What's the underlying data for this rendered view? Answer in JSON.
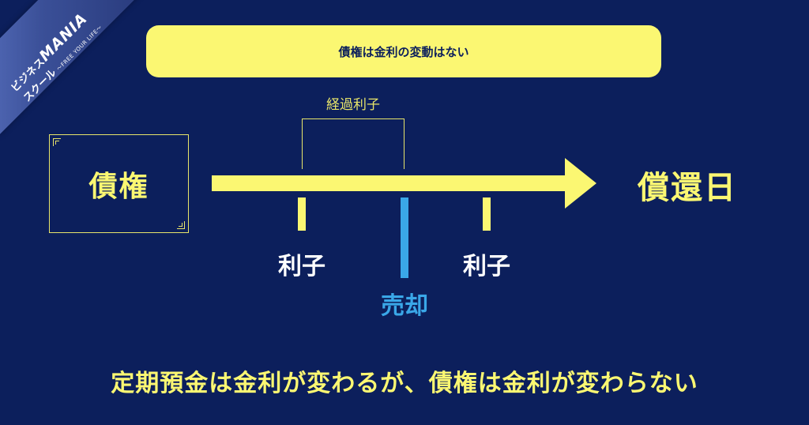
{
  "logo": {
    "line1_prefix": "ビジネス",
    "line1_brand": "MANIA",
    "line2": "スクール",
    "slogan": "〜FREE YOUR LIFE〜"
  },
  "banner": {
    "text": "債権は金利の変動はない"
  },
  "diagram": {
    "bond_label": "債権",
    "accrued_interest_label": "経過利子",
    "redemption_label": "償還日",
    "ticks": [
      {
        "label": "利子",
        "color": "#fbf772"
      },
      {
        "label": "売却",
        "color": "#3aa7e8"
      },
      {
        "label": "利子",
        "color": "#fbf772"
      }
    ],
    "colors": {
      "background": "#0c1f5c",
      "accent_yellow": "#fbf772",
      "sale_blue": "#3aa7e8",
      "interest_label_white": "#ffffff"
    }
  },
  "caption": "定期預金は金利が変わるが、債権は金利が変わらない"
}
